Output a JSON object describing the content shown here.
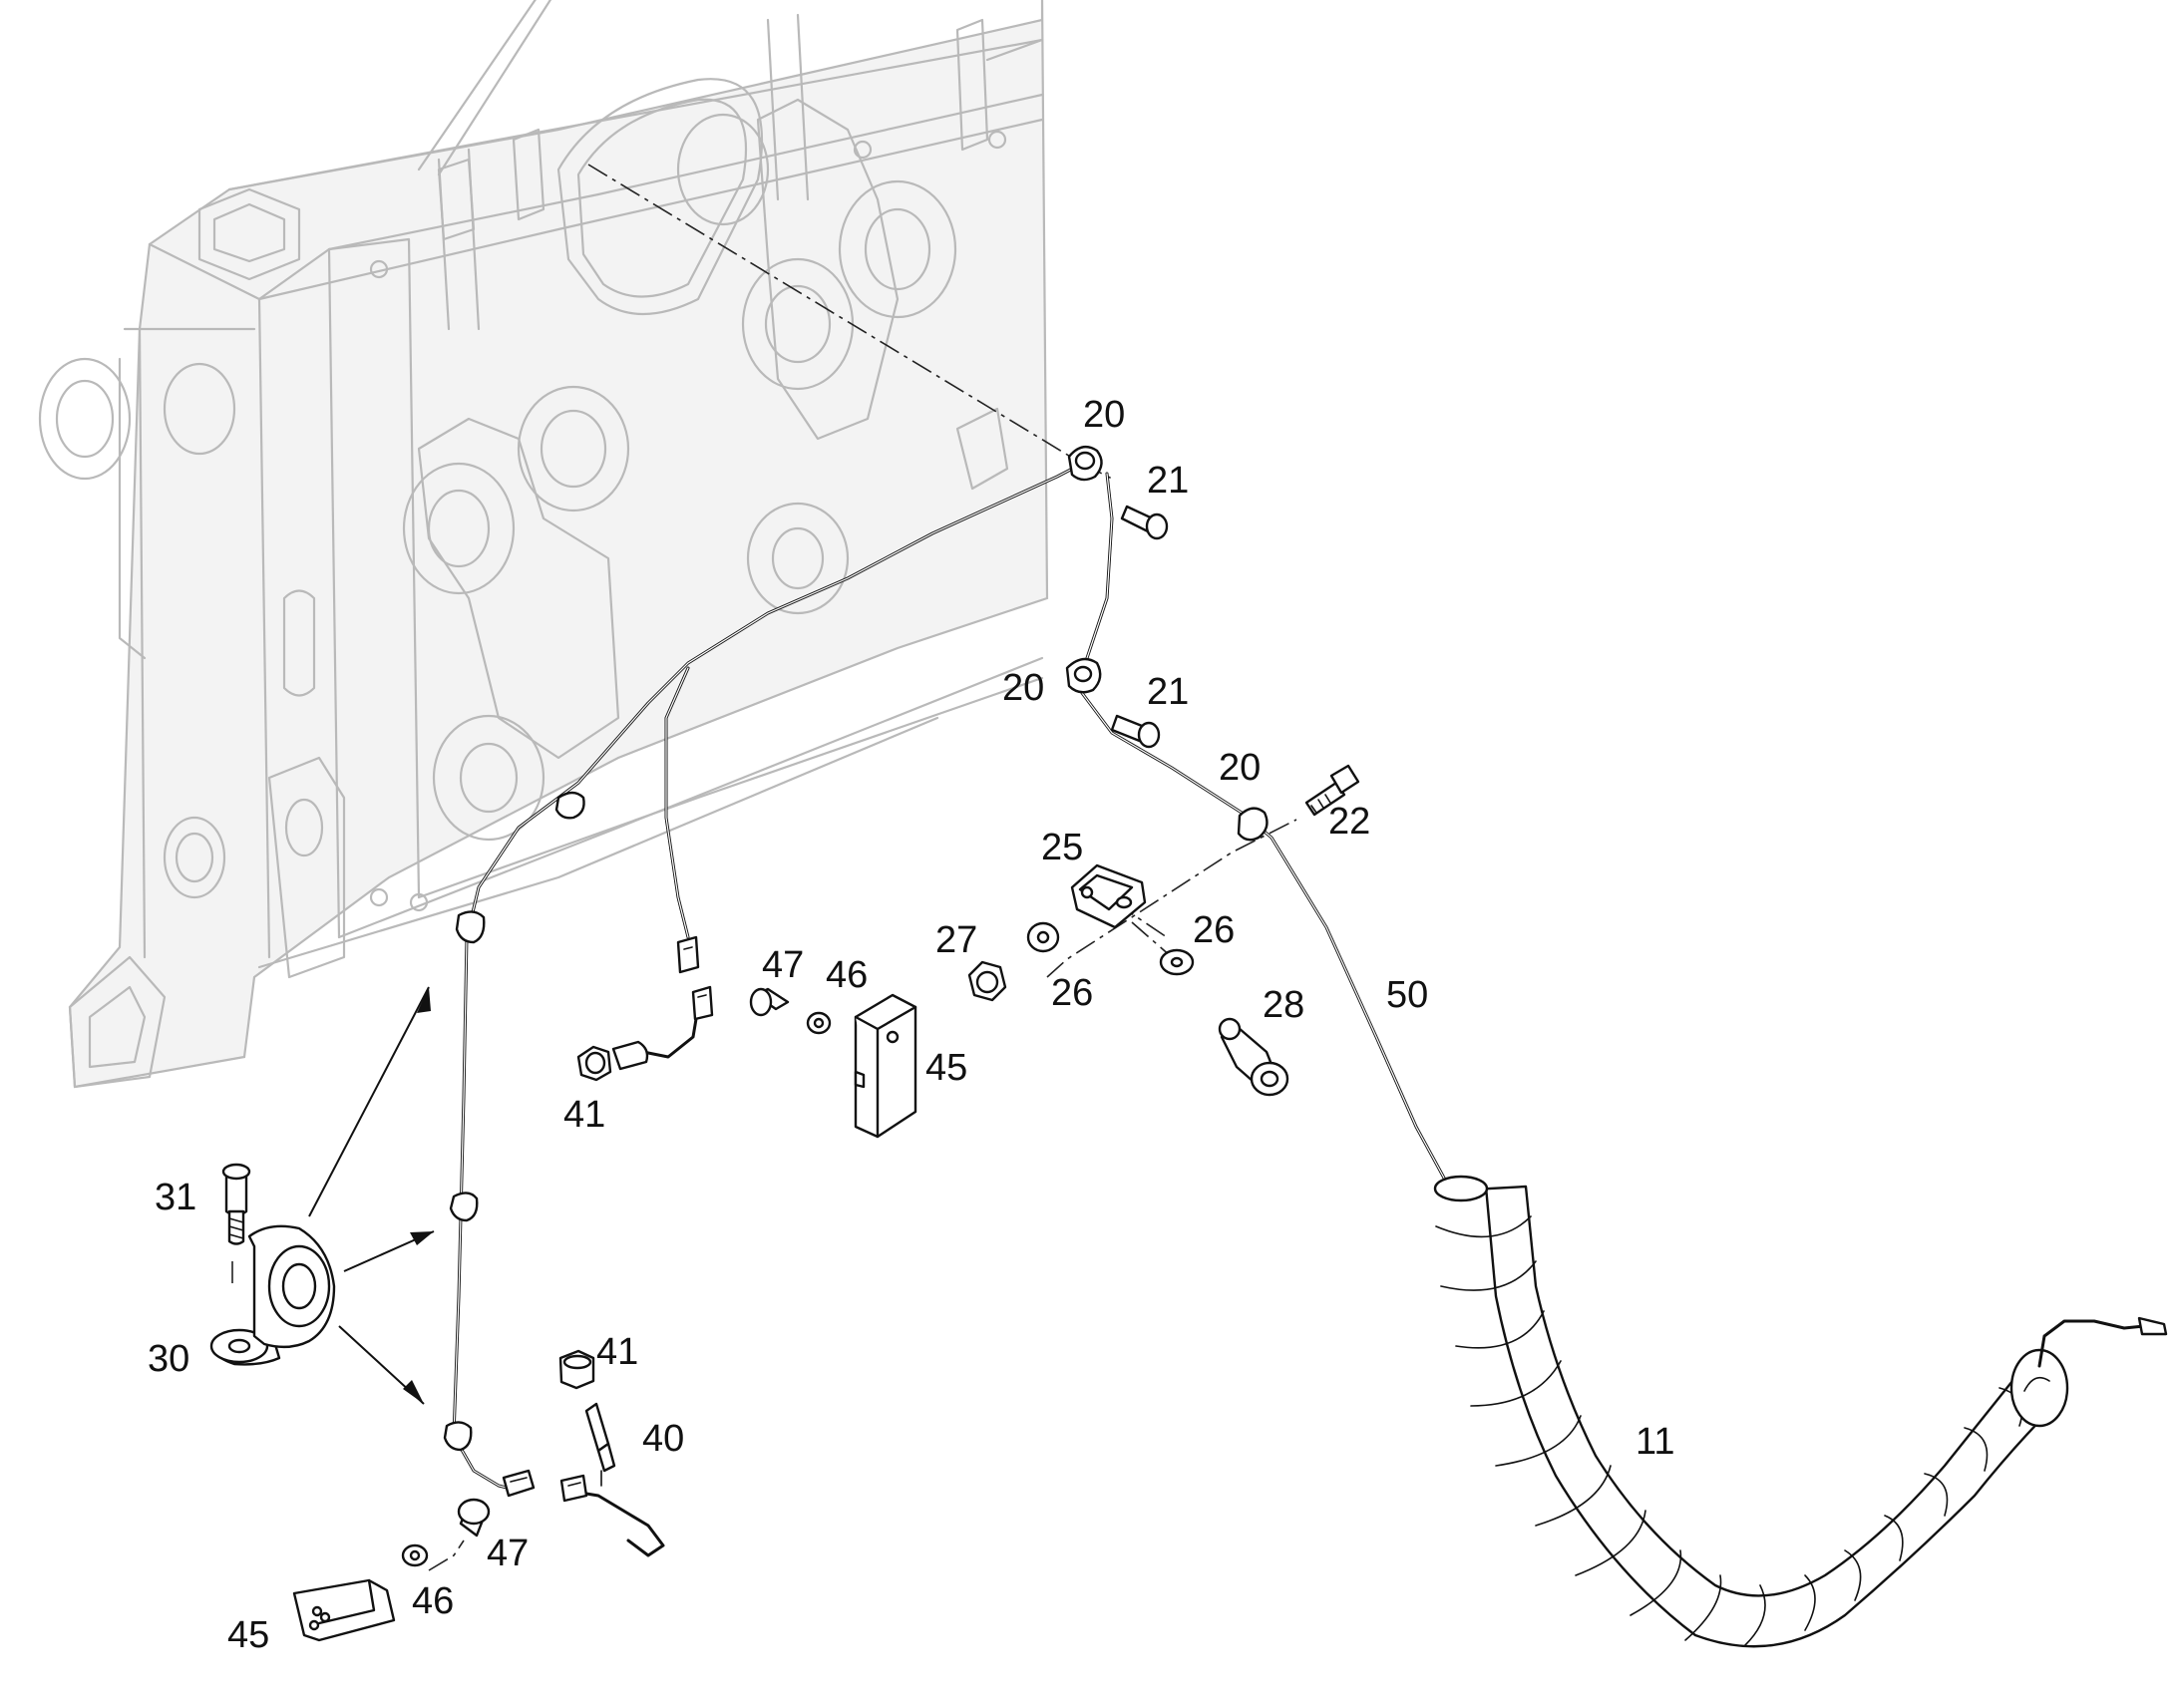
{
  "callouts": [
    {
      "id": "c-20a",
      "text": "20"
    },
    {
      "id": "c-21a",
      "text": "21"
    },
    {
      "id": "c-20b",
      "text": "20"
    },
    {
      "id": "c-21b",
      "text": "21"
    },
    {
      "id": "c-20c",
      "text": "20"
    },
    {
      "id": "c-22",
      "text": "22"
    },
    {
      "id": "c-25",
      "text": "25"
    },
    {
      "id": "c-27",
      "text": "27"
    },
    {
      "id": "c-26a",
      "text": "26"
    },
    {
      "id": "c-26b",
      "text": "26"
    },
    {
      "id": "c-28",
      "text": "28"
    },
    {
      "id": "c-50",
      "text": "50"
    },
    {
      "id": "c-47a",
      "text": "47"
    },
    {
      "id": "c-46a",
      "text": "46"
    },
    {
      "id": "c-45a",
      "text": "45"
    },
    {
      "id": "c-41a",
      "text": "41"
    },
    {
      "id": "c-31",
      "text": "31"
    },
    {
      "id": "c-30",
      "text": "30"
    },
    {
      "id": "c-41b",
      "text": "41"
    },
    {
      "id": "c-40",
      "text": "40"
    },
    {
      "id": "c-47b",
      "text": "47"
    },
    {
      "id": "c-46b",
      "text": "46"
    },
    {
      "id": "c-45b",
      "text": "45"
    },
    {
      "id": "c-11",
      "text": "11"
    }
  ]
}
